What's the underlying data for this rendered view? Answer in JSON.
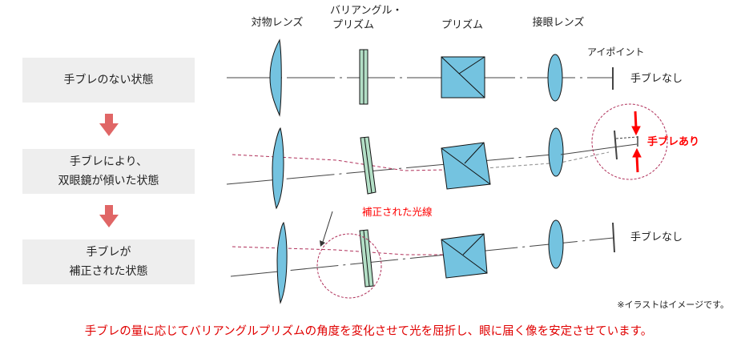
{
  "states": [
    {
      "line1": "手ブレのない状態",
      "line2": ""
    },
    {
      "line1": "手ブレにより、",
      "line2": "双眼鏡が傾いた状態"
    },
    {
      "line1": "手ブレが",
      "line2": "補正された状態"
    }
  ],
  "components": {
    "objective": "対物レンズ",
    "variangle_1": "バリアングル・",
    "variangle_2": "プリズム",
    "prism": "プリズム",
    "eyepiece": "接眼レンズ",
    "eyepoint": "アイポイント"
  },
  "results": {
    "row1": "手ブレなし",
    "row2": "手ブレあり",
    "row3": "手ブレなし"
  },
  "corrected_ray_label": "補正された光線",
  "note": "※イラストはイメージです。",
  "footer": "手ブレの量に応じてバリアングルプリズムの角度を変化させて光を屈折し、眼に届く像を安定させています。",
  "colors": {
    "lens": "#74c3e0",
    "variangle": "#b3dfc6",
    "ray": "#b0305a",
    "arrow": "#e06666",
    "accent": "#ff0000"
  }
}
